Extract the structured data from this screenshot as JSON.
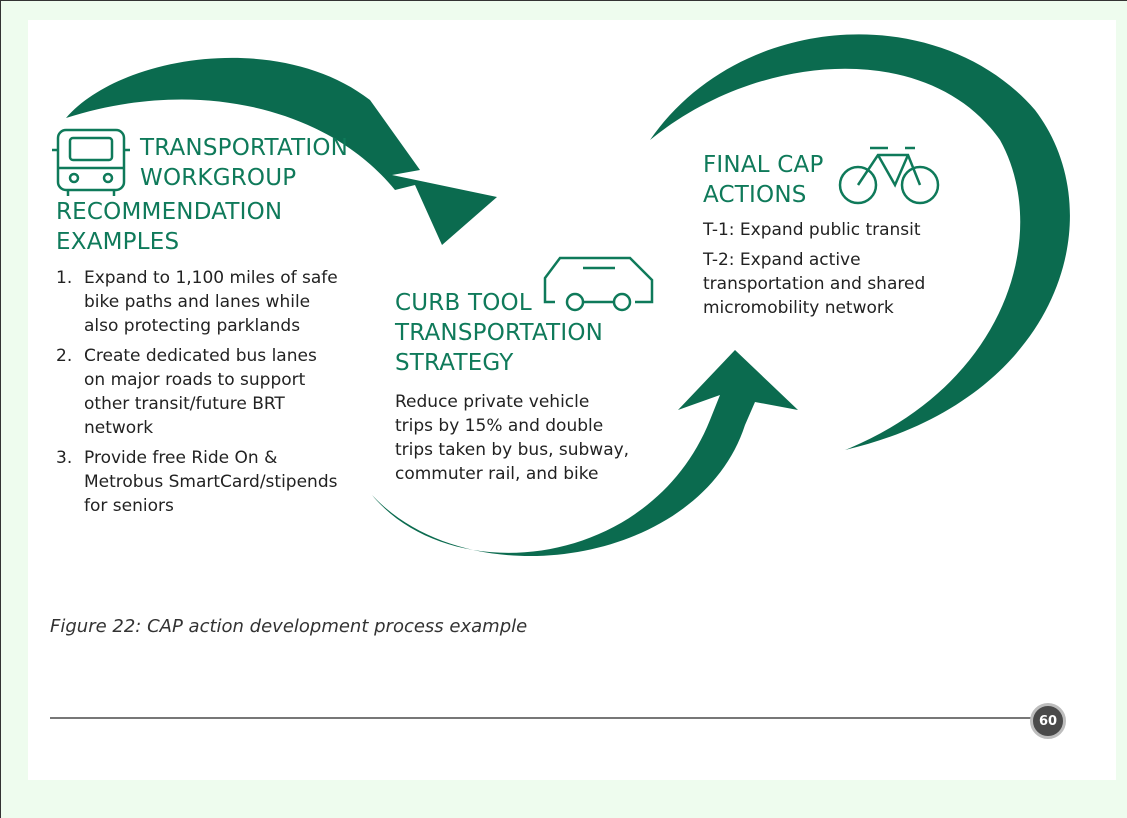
{
  "workgroup": {
    "heading_line1": "TRANSPORTATION",
    "heading_line2": "WORKGROUP",
    "heading_line3": "RECOMMENDATION",
    "heading_line4": "EXAMPLES",
    "icon": "bus-icon",
    "items": [
      {
        "num": "1.",
        "lines": [
          "Expand to 1,100 miles of safe",
          "bike paths and lanes while",
          "also protecting parklands"
        ]
      },
      {
        "num": "2.",
        "lines": [
          "Create dedicated bus lanes",
          "on major roads to support",
          "other transit/future BRT",
          "network"
        ]
      },
      {
        "num": "3.",
        "lines": [
          "Provide free Ride On &",
          "Metrobus SmartCard/stipends",
          "for seniors"
        ]
      }
    ]
  },
  "curb": {
    "heading_line1": "CURB TOOL",
    "heading_line2": "TRANSPORTATION",
    "heading_line3": "STRATEGY",
    "icon": "car-icon",
    "body_lines": [
      "Reduce private vehicle",
      "trips by 15% and double",
      "trips taken by bus, subway,",
      "commuter rail, and bike"
    ]
  },
  "final": {
    "heading_line1": "FINAL CAP",
    "heading_line2": "ACTIONS",
    "icon": "bicycle-icon",
    "t1": "T-1: Expand public transit",
    "t2_lines": [
      "T-2: Expand active",
      "transportation and shared",
      "micromobility network"
    ]
  },
  "caption": "Figure 22: CAP action development process example",
  "page_number": "60",
  "colors": {
    "accent": "#0b6b4f",
    "heading": "#0f7a5a",
    "background": "#eefcee"
  }
}
